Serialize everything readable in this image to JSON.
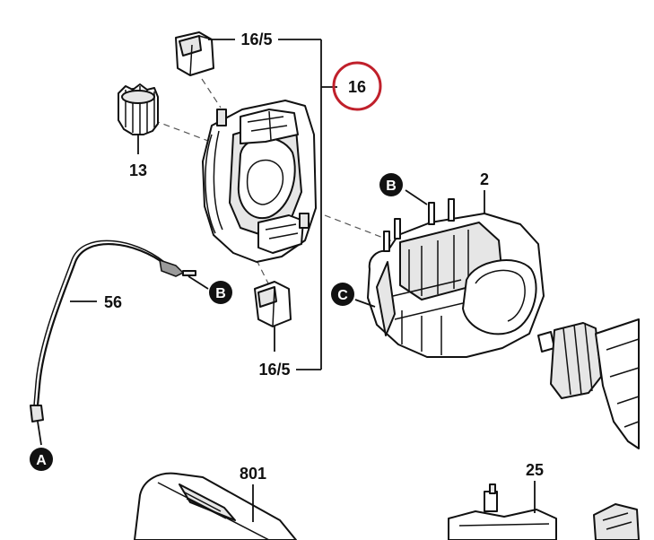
{
  "labels": {
    "brush_top": "16/5",
    "group": "16",
    "gear": "13",
    "field": "2",
    "wire": "56",
    "brush_bottom": "16/5",
    "handle": "801",
    "switch": "25"
  },
  "badges": {
    "b_top": "B",
    "b_wire": "B",
    "c_field": "C",
    "a_wire": "A"
  },
  "colors": {
    "highlight_circle": "#c0202b",
    "badge_fill": "#111111",
    "line": "#111111"
  }
}
